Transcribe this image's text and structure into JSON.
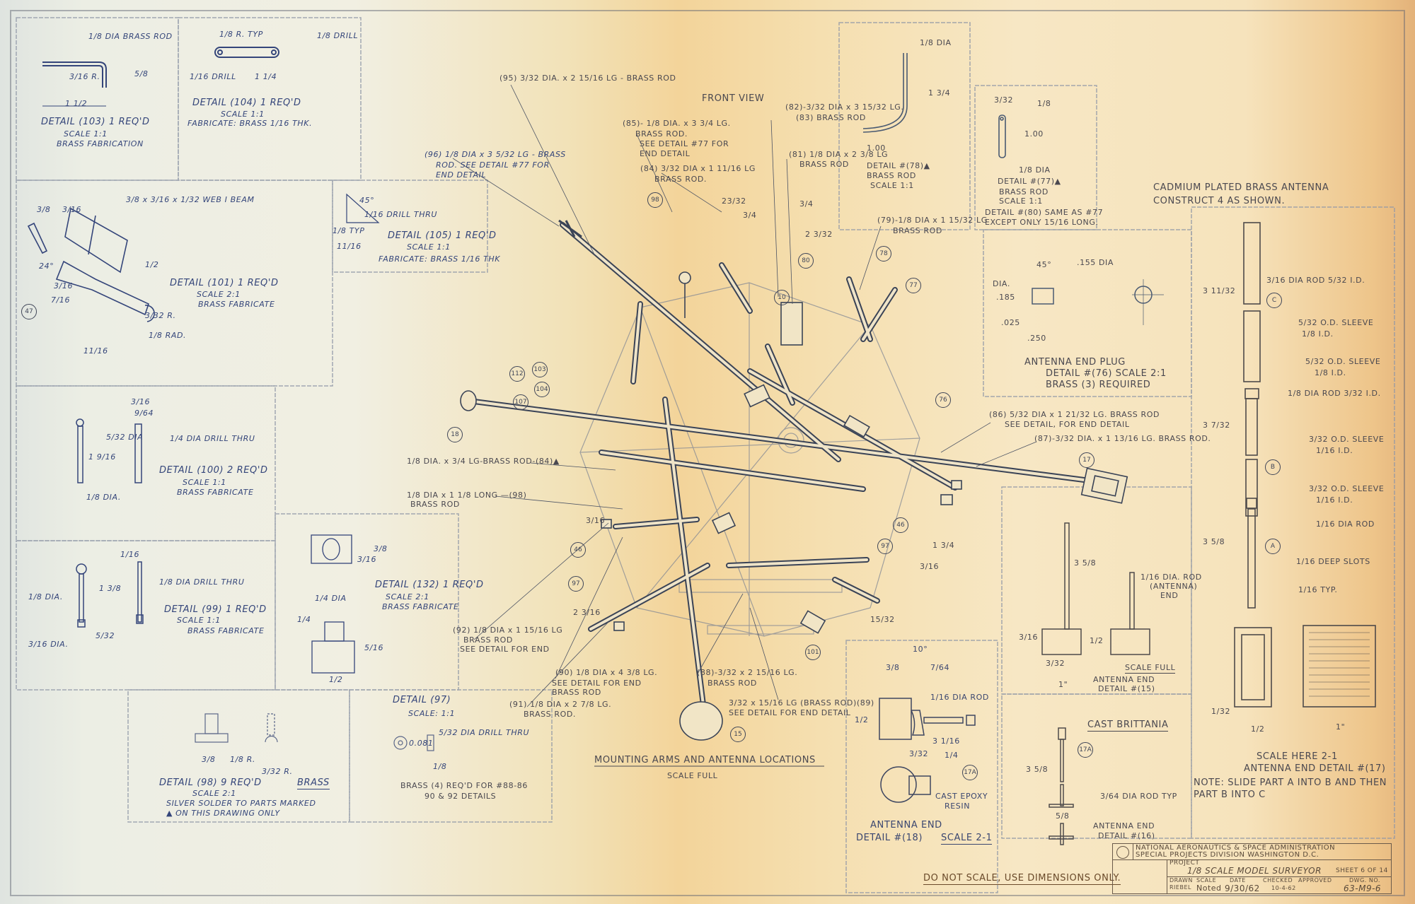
{
  "title_block": {
    "agency_line1": "NATIONAL AERONAUTICS & SPACE ADMINISTRATION",
    "agency_line2": "SPECIAL PROJECTS DIVISION WASHINGTON D.C.",
    "project_label": "PROJECT",
    "project": "1/8 SCALE MODEL SURVEYOR",
    "sheet": "SHEET 6 OF 14",
    "drawn_label": "DRAWN",
    "drawn": "RIEBEL",
    "scale_label": "SCALE",
    "scale": "Noted",
    "date_label": "DATE",
    "date": "9/30/62",
    "checked_label": "CHECKED",
    "checked": "10-4-62",
    "approved_label": "APPROVED",
    "dwg_label": "DWG. NO.",
    "dwg_no": "63-M9-6"
  },
  "notes": {
    "do_not_scale": "DO NOT SCALE, USE DIMENSIONS ONLY."
  },
  "d103": [
    "1/8 DIA BRASS ROD",
    "3/16 R.",
    "5/8",
    "1 1/2",
    "DETAIL (103) 1 REQ'D",
    "SCALE 1:1",
    "BRASS FABRICATION"
  ],
  "d104": [
    "1/8 R. TYP",
    "1/8 DRILL",
    "1/16 DRILL",
    "1 1/4",
    "DETAIL (104) 1 REQ'D",
    "SCALE 1:1",
    "FABRICATE: BRASS 1/16 THK."
  ],
  "d101": [
    "3/8 x 3/16 x 1/32 WEB I BEAM",
    "3/8",
    "3/16",
    "1/2",
    "24°",
    "3/16",
    "7/16",
    "47",
    "3/32 R.",
    "1/8 RAD.",
    "11/16",
    "DETAIL (101) 1 REQ'D",
    "SCALE 2:1",
    "BRASS FABRICATE"
  ],
  "d105": [
    "45°",
    "1/16 DRILL THRU",
    "1/8 TYP",
    "11/16",
    "DETAIL (105) 1 REQ'D",
    "SCALE 1:1",
    "FABRICATE: BRASS 1/16 THK"
  ],
  "d100": [
    "3/16",
    "9/64",
    "5/32 DIA",
    "1/4 DIA DRILL THRU",
    "1 9/16",
    "1/8 DIA.",
    "DETAIL (100) 2 REQ'D",
    "SCALE 1:1",
    "BRASS FABRICATE"
  ],
  "d99": [
    "1/16",
    "1/8 DIA DRILL THRU",
    "1 3/8",
    "1/8 DIA.",
    "DETAIL (99) 1 REQ'D",
    "SCALE 1:1",
    "BRASS FABRICATE",
    "5/32",
    "3/16 DIA."
  ],
  "d132": [
    "1/4 DIA",
    "DETAIL (132) 1 REQ'D",
    "SCALE 2:1",
    "BRASS FABRICATE",
    "3/8",
    "3/16",
    "1/4",
    "5/16",
    "1/2"
  ],
  "d98": [
    "3/8",
    "1/8 R.",
    "3/32 R.",
    "DETAIL (98)  9 REQ'D",
    "BRASS",
    "SCALE 2:1",
    "SILVER SOLDER TO PARTS MARKED",
    "▲ ON THIS DRAWING ONLY"
  ],
  "d97": [
    "DETAIL (97)",
    "SCALE: 1:1",
    "5/32 DIA DRILL THRU",
    "0.081",
    "1/8",
    "BRASS (4) REQ'D FOR #88-86",
    "90 & 92 DETAILS"
  ],
  "center": {
    "c95": "(95) 3/32 DIA. x 2 15/16 LG - BRASS ROD",
    "front_view": "FRONT VIEW",
    "c82": "(82)-3/32 DIA x 3 15/32 LG.",
    "c83": "(83) BRASS ROD",
    "c85": [
      "(85)- 1/8 DIA. x 3 3/4 LG.",
      "BRASS ROD.",
      "SEE DETAIL #77 FOR",
      "END DETAIL"
    ],
    "c81": [
      "(81) 1/8 DIA x 2 3/8 LG",
      "BRASS ROD"
    ],
    "c84": [
      "(84) 3/32 DIA x 1 11/16 LG",
      "BRASS ROD."
    ],
    "c96": [
      "(96) 1/8 DIA x 3 5/32 LG - BRASS",
      "ROD. SEE DETAIL #77 FOR",
      "END DETAIL"
    ],
    "c79": [
      "(79)-1/8 DIA x 1 15/32 LG",
      "BRASS ROD"
    ],
    "c86": [
      "(86) 5/32 DIA x 1 21/32 LG. BRASS ROD",
      "SEE DETAIL, FOR END DETAIL"
    ],
    "c87": "(87)-3/32 DIA. x 1 13/16 LG. BRASS ROD.",
    "c84b": "1/8 DIA. x 3/4 LG-BRASS ROD-(84)▲",
    "c108": [
      "1/8 DIA x 1 1/8 LONG —(98)",
      "BRASS ROD"
    ],
    "c92": [
      "(92) 1/8 DIA x 1 15/16 LG",
      "BRASS ROD",
      "SEE DETAIL FOR END"
    ],
    "c90": [
      "(90) 1/8 DIA x 4 3/8 LG.",
      "SEE DETAIL FOR END",
      "BRASS ROD"
    ],
    "c91": [
      "(91) 1/8 DIA x 2 7/8 LG.",
      "BRASS ROD."
    ],
    "c88": [
      "(88)-3/32 x 2 15/16 LG.",
      "BRASS ROD"
    ],
    "c89": [
      "3/32 x 15/16 LG (BRASS ROD)(89)",
      "SEE DETAIL FOR END DETAIL"
    ],
    "title": "MOUNTING ARMS AND ANTENNA LOCATIONS",
    "scale": "SCALE FULL",
    "callouts": [
      "98",
      "78",
      "77",
      "80",
      "10",
      "76",
      "17",
      "18",
      "101",
      "46",
      "97",
      "46",
      "97",
      "103",
      "104",
      "112",
      "107",
      "15"
    ],
    "dims": [
      "23/32",
      "3/4",
      "2 3/32",
      "3/4",
      "3/16",
      "2 3/16",
      "1 3/4",
      "3/16",
      "15/32"
    ]
  },
  "d78": [
    "1/8 DIA",
    "1 3/4",
    "1.00",
    "DETAIL #(78)▲",
    "BRASS ROD",
    "SCALE 1:1"
  ],
  "d77": [
    "3/32",
    "1/8",
    "1.00",
    "1/8 DIA",
    "DETAIL #(77)▲",
    "BRASS ROD",
    "SCALE 1:1",
    "DETAIL #(80) SAME AS #77",
    "EXCEPT ONLY 15/16 LONG."
  ],
  "d76": [
    "45°",
    ".155 DIA",
    "DIA.",
    ".185",
    ".025",
    ".250",
    "ANTENNA END PLUG",
    "DETAIL #(76) SCALE 2:1",
    "BRASS (3) REQUIRED"
  ],
  "d17": [
    "CADMIUM PLATED BRASS ANTENNA",
    "CONSTRUCT 4 AS SHOWN.",
    "3/16 DIA ROD 5/32 I.D.",
    "5/32 O.D. SLEEVE",
    "1/8 I.D.",
    "5/32 O.D. SLEEVE",
    "1/8 I.D.",
    "1/8 DIA ROD 3/32 I.D.",
    "3/32 O.D. SLEEVE",
    "1/16 I.D.",
    "3/32 O.D. SLEEVE",
    "1/16 I.D.",
    "1/16 DIA ROD",
    "1/16 DEEP SLOTS",
    "1/16 TYP.",
    "3 11/32",
    "3 7/32",
    "3 5/8",
    "C",
    "B",
    "A",
    "SCALE HERE 2-1",
    "ANTENNA END DETAIL #(17)",
    "NOTE: SLIDE PART A INTO B AND THEN",
    "PART B INTO C",
    "1/2",
    "1\"",
    "1/32"
  ],
  "d15": [
    "3 5/8",
    "1/16 DIA. ROD",
    "(ANTENNA)",
    "END",
    "3/16",
    "1/2",
    "3/32",
    "1\"",
    "SCALE FULL",
    "ANTENNA END",
    "DETAIL #(15)"
  ],
  "d18": [
    "10°",
    "3/8",
    "7/64",
    "1/16 DIA ROD",
    "1/2",
    "3 1/16",
    "3/32",
    "1/4",
    "17A",
    "CAST EPOXY",
    "RESIN",
    "ANTENNA END",
    "DETAIL #(18)",
    "SCALE 2-1"
  ],
  "d16": [
    "CAST BRITTANIA",
    "17A",
    "3 5/8",
    "3/64 DIA ROD TYP",
    "5/8",
    "ANTENNA END",
    "DETAIL #(16)"
  ]
}
